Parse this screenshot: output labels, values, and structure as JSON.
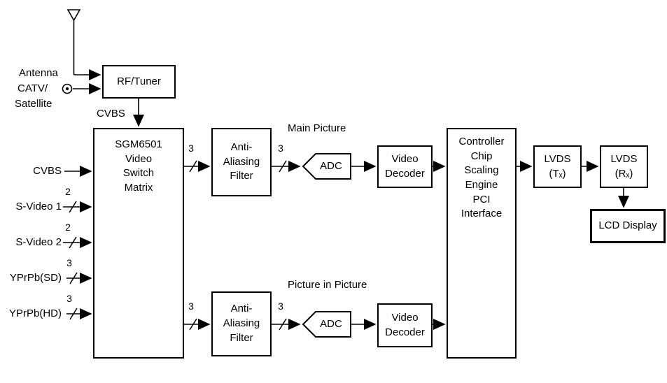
{
  "sources": {
    "antenna": "Antenna",
    "catv": "CATV/",
    "satellite": "Satellite"
  },
  "tuner": {
    "block": "RF/Tuner",
    "output_signal": "CVBS"
  },
  "switch_matrix": "SGM6501\nVideo\nSwitch\nMatrix",
  "inputs": [
    {
      "label": "CVBS"
    },
    {
      "label": "S-Video 1",
      "bus_width": "2"
    },
    {
      "label": "S-Video 2",
      "bus_width": "2"
    },
    {
      "label": "YPrPb(SD)",
      "bus_width": "3"
    },
    {
      "label": "YPrPb(HD)",
      "bus_width": "3"
    }
  ],
  "main_path": {
    "title": "Main Picture",
    "switch_out_width": "3",
    "adc_in_width": "3",
    "filter": "Anti-\nAliasing\nFilter",
    "adc": "ADC",
    "decoder": "Video\nDecoder"
  },
  "pip_path": {
    "title": "Picture in Picture",
    "switch_out_width": "3",
    "adc_in_width": "3",
    "filter": "Anti-\nAliasing\nFilter",
    "adc": "ADC",
    "decoder": "Video\nDecoder"
  },
  "controller": "Controller\nChip\nScaling\nEngine\nPCI\nInterface",
  "lvds_tx": "LVDS\n(Tₓ)",
  "lvds_rx": "LVDS\n(Rₓ)",
  "lcd": "LCD Display"
}
